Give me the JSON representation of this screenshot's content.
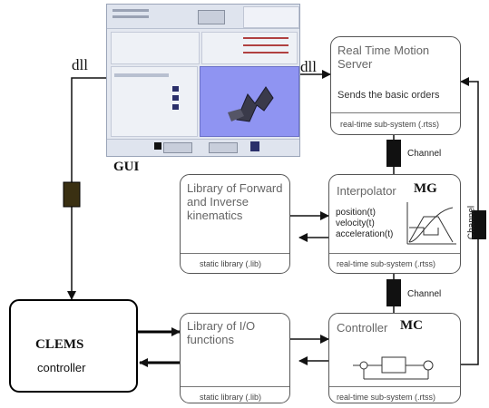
{
  "gui": {
    "label": "GUI",
    "dll_left": "dll",
    "dll_right": "dll"
  },
  "server": {
    "title_line1": "Real Time Motion",
    "title_line2": "Server",
    "desc": "Sends the basic orders",
    "footer": "real-time sub-system (.rtss)"
  },
  "library_kinematics": {
    "line1": "Library of Forward",
    "line2": "and Inverse",
    "line3": "kinematics",
    "footer": "static library (.lib)"
  },
  "interpolator": {
    "title": "Interpolator",
    "tag": "MG",
    "sig1": "position(t)",
    "sig2": "velocity(t)",
    "sig3": "acceleration(t)",
    "footer": "real-time sub-system (.rtss)"
  },
  "library_io": {
    "line1": "Library of I/O",
    "line2": "functions",
    "footer": "static library (.lib)"
  },
  "controller": {
    "title": "Controller",
    "tag": "MC",
    "footer": "real-time sub-system (.rtss)"
  },
  "clems": {
    "name": "CLEMS",
    "sub": "controller"
  },
  "channels": {
    "top": "Channel",
    "middle": "Channel",
    "right": "Channel"
  },
  "colors": {
    "box_border": "#555555",
    "text_gray": "#666666",
    "channel_fill": "#111111",
    "gui_connector_fill": "#3a3012",
    "gui_screen_bg": "#e4e8f0",
    "gui_3d_bg": "#8f94f2"
  }
}
